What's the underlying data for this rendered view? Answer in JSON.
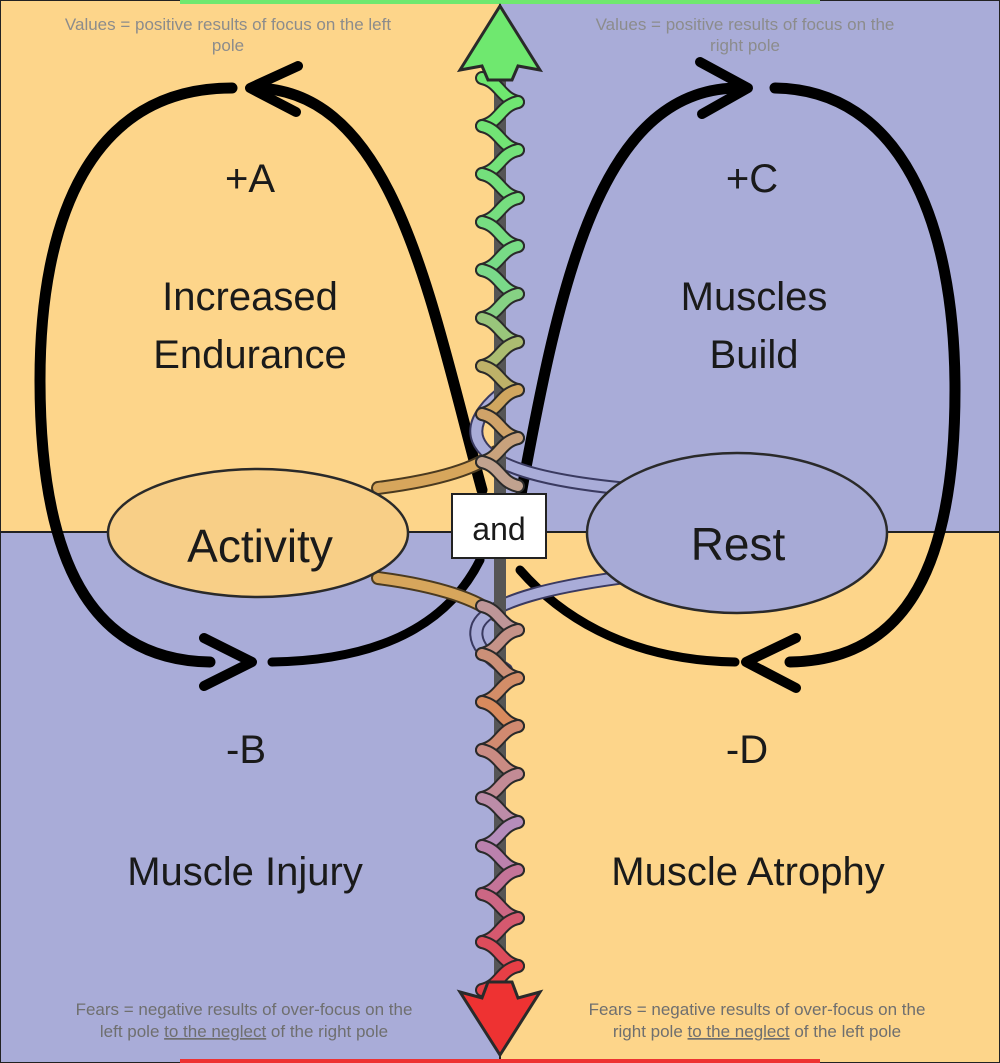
{
  "colors": {
    "upside_left": "#fdd58a",
    "upside_right": "#a9acd8",
    "downside_left": "#a9acd8",
    "downside_right": "#fdd58a",
    "left_pole": "#f8cf87",
    "right_pole": "#a7aad6",
    "arrow_top": "#6fe86f",
    "arrow_bottom": "#ee3232",
    "loop": "#000000"
  },
  "quadrants": {
    "upper_left": {
      "note": [
        "Values = positive results of focus on the left",
        "pole"
      ],
      "code": "+A",
      "label": [
        "Increased",
        "Endurance"
      ]
    },
    "upper_right": {
      "note": [
        "Values = positive results of focus on the",
        "right pole"
      ],
      "code": "+C",
      "label": [
        "Muscles",
        "Build"
      ]
    },
    "lower_left": {
      "note_line1": "Fears = negative results of over-focus on the",
      "note_line2_a": "left pole ",
      "note_line2_u": "to the neglect",
      "note_line2_b": " of the right pole",
      "code": "-B",
      "label": "Muscle Injury"
    },
    "lower_right": {
      "note_line1": "Fears = negative results of over-focus on the",
      "note_line2_a": "right pole ",
      "note_line2_u": "to the neglect",
      "note_line2_b": " of the left pole",
      "code": "-D",
      "label": "Muscle Atrophy"
    }
  },
  "poles": {
    "left": "Activity",
    "right": "Rest",
    "connector": "and"
  }
}
